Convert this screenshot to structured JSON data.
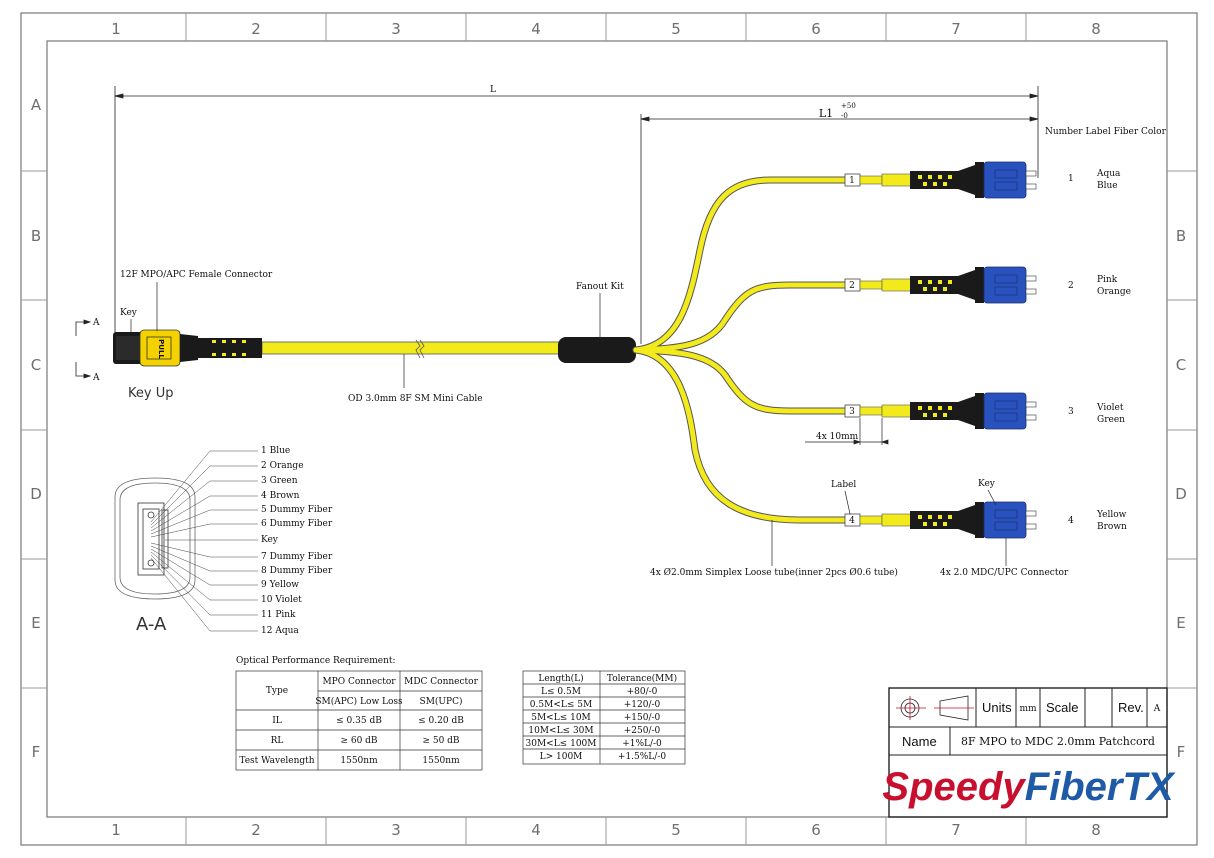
{
  "grid": {
    "columns": [
      "1",
      "2",
      "3",
      "4",
      "5",
      "6",
      "7",
      "8"
    ],
    "rows": [
      "A",
      "B",
      "C",
      "D",
      "E",
      "F"
    ]
  },
  "dimensions": {
    "L": "L",
    "L1": "L1",
    "L1_tol_plus": "+50",
    "L1_tol_minus": "-0",
    "label_width": "4x 10mm"
  },
  "labels": {
    "mpo_connector": "12F MPO/APC Female Connector",
    "key": "Key",
    "key_up": "Key Up",
    "section_a": "A",
    "fanout_kit": "Fanout Kit",
    "cable": "OD 3.0mm 8F SM Mini Cable",
    "loose_tube": "4x Ø2.0mm Simplex Loose tube(inner 2pcs Ø0.6 tube)",
    "mdc_connector": "4x 2.0 MDC/UPC Connector",
    "label_word": "Label",
    "key_word": "Key",
    "section_title": "A-A",
    "pull": "PULL",
    "header_number_label_fiber": "Number Label Fiber Color"
  },
  "legs": [
    {
      "number": "1",
      "tag": "1",
      "colors": [
        "Aqua",
        "Blue"
      ]
    },
    {
      "number": "2",
      "tag": "2",
      "colors": [
        "Pink",
        "Orange"
      ]
    },
    {
      "number": "3",
      "tag": "3",
      "colors": [
        "Violet",
        "Green"
      ]
    },
    {
      "number": "4",
      "tag": "4",
      "colors": [
        "Yellow",
        "Brown"
      ]
    }
  ],
  "fiber_positions": [
    "1 Blue",
    "2 Orange",
    "3 Green",
    "4 Brown",
    "5 Dummy Fiber",
    "6 Dummy Fiber",
    "Key",
    "7 Dummy Fiber",
    "8 Dummy Fiber",
    "9 Yellow",
    "10 Violet",
    "11 Pink",
    "12 Aqua"
  ],
  "optical": {
    "title": "Optical Performance Requirement:",
    "header_type": "Type",
    "col_mpo": "MPO Connector",
    "col_mdc": "MDC Connector",
    "sub_mpo": "SM(APC) Low Loss",
    "sub_mdc": "SM(UPC)",
    "rows": [
      {
        "name": "IL",
        "mpo": "≤ 0.35 dB",
        "mdc": "≤ 0.20 dB"
      },
      {
        "name": "RL",
        "mpo": "≥ 60 dB",
        "mdc": "≥ 50 dB"
      },
      {
        "name": "Test Wavelength",
        "mpo": "1550nm",
        "mdc": "1550nm"
      }
    ]
  },
  "tolerance": {
    "col_length": "Length(L)",
    "col_tol": "Tolerance(MM)",
    "rows": [
      {
        "length": "L≤ 0.5M",
        "tol": "+80/-0"
      },
      {
        "length": "0.5M<L≤ 5M",
        "tol": "+120/-0"
      },
      {
        "length": "5M<L≤ 10M",
        "tol": "+150/-0"
      },
      {
        "length": "10M<L≤ 30M",
        "tol": "+250/-0"
      },
      {
        "length": "30M<L≤ 100M",
        "tol": "+1%L/-0"
      },
      {
        "length": "L> 100M",
        "tol": "+1.5%L/-0"
      }
    ]
  },
  "title_block": {
    "units": "Units",
    "units_value": "mm",
    "scale": "Scale",
    "scale_value": "",
    "rev": "Rev.",
    "rev_value": "A",
    "name": "Name",
    "name_value": "8F MPO to MDC 2.0mm Patchcord",
    "logo_part1": "Speedy",
    "logo_part2": "FiberTX"
  },
  "colors": {
    "cable_yellow": "#f3ea1c",
    "connector_blue": "#2a52be",
    "boot_black": "#1a1a1a",
    "logo_red": "#c8102e",
    "logo_blue": "#1f5aa6",
    "border": "#777777"
  }
}
